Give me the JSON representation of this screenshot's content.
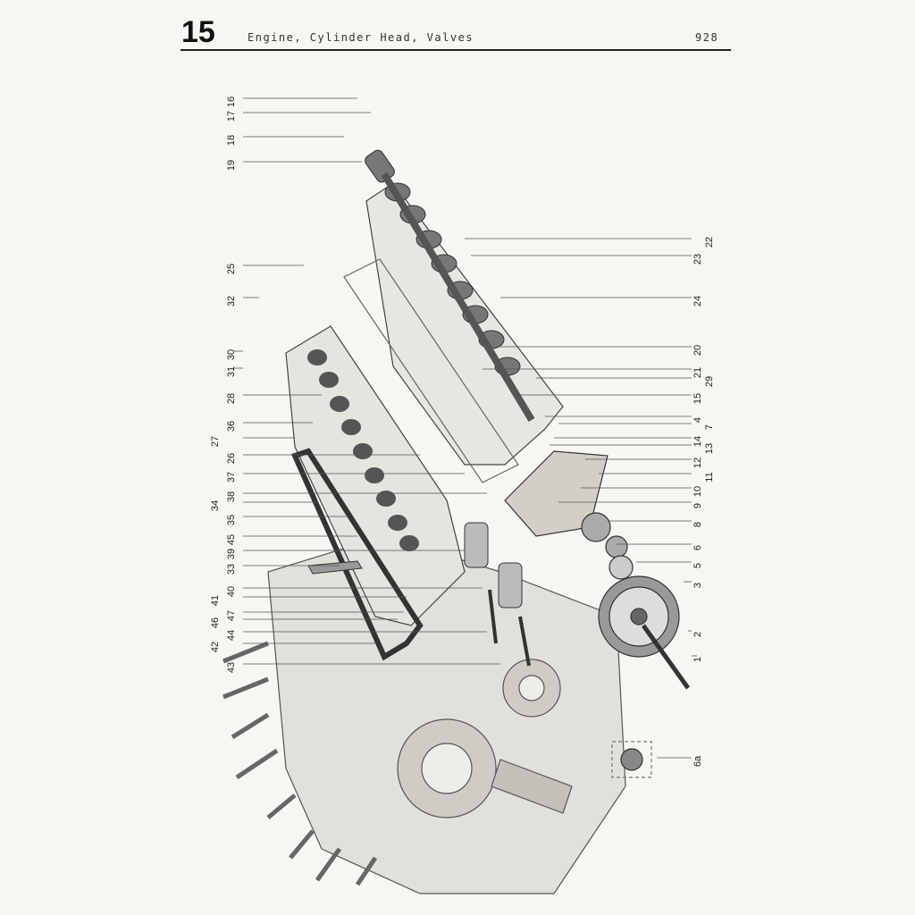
{
  "header": {
    "section_number": "15",
    "title": "Engine, Cylinder Head, Valves",
    "model": "928"
  },
  "callouts": {
    "left": [
      "16",
      "17",
      "18",
      "19",
      "25",
      "32",
      "31",
      "30",
      "28",
      "36",
      "27",
      "26",
      "37",
      "38",
      "34",
      "35",
      "45",
      "39",
      "33",
      "40",
      "41",
      "47",
      "46",
      "44",
      "42",
      "43"
    ],
    "right": [
      "22",
      "23",
      "24",
      "20",
      "21",
      "29",
      "15",
      "4",
      "7",
      "14",
      "13",
      "12",
      "11",
      "10",
      "9",
      "8",
      "6",
      "5",
      "3",
      "2",
      "1",
      "6a"
    ]
  }
}
